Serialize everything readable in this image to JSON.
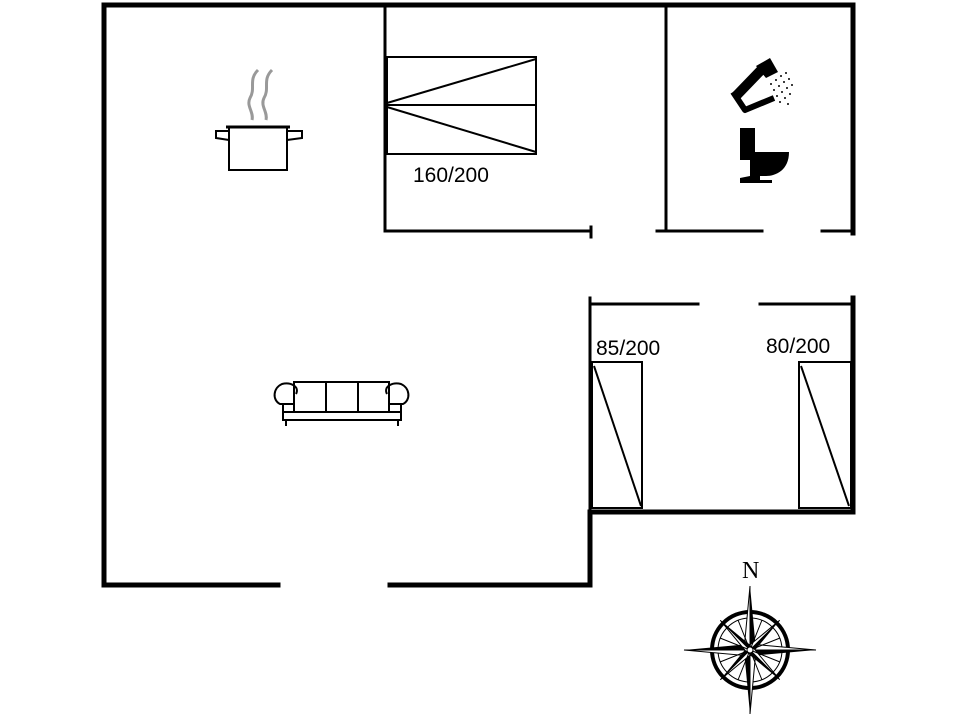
{
  "labels": {
    "bed_double": "160/200",
    "bed_single_a": "85/200",
    "bed_single_b": "80/200",
    "north": "N"
  },
  "icons": {
    "kitchen": "cooking-pot-icon",
    "shower": "shower-icon",
    "toilet": "toilet-icon",
    "sofa": "sofa-icon",
    "compass": "compass-rose-icon"
  },
  "colors": {
    "line": "#000000",
    "background": "#ffffff"
  }
}
